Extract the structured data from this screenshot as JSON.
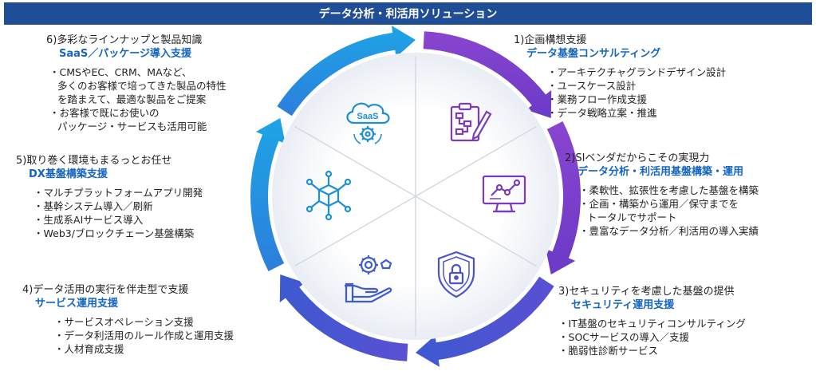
{
  "title": "データ分析・利活用ソリューション",
  "sections": [
    {
      "heading": "1)企画構想支援",
      "subheading": "データ基盤コンサルティング",
      "items": [
        [
          "アーキテクチャグランドデザイン設計"
        ],
        [
          "ユースケース設計"
        ],
        [
          "業務フロー作成支援"
        ],
        [
          "データ戦略立案・推進"
        ]
      ]
    },
    {
      "heading": "2)SIベンダだからこその実現力",
      "subheading": "データ分析・利活用基盤構築・運用",
      "items": [
        [
          "柔軟性、拡張性を考慮した基盤を構築"
        ],
        [
          "企画・構築から運用／保守までを",
          "トータルでサポート"
        ],
        [
          "豊富なデータ分析／利活用の導入実績"
        ]
      ]
    },
    {
      "heading": "3)セキュリティを考慮した基盤の提供",
      "subheading": "セキュリティ運用支援",
      "items": [
        [
          "IT基盤のセキュリティコンサルティング"
        ],
        [
          "SOCサービスの導入／支援"
        ],
        [
          "脆弱性診断サービス"
        ]
      ]
    },
    {
      "heading": "4)データ活用の実行を伴走型で支援",
      "subheading": "サービス運用支援",
      "items": [
        [
          "サービスオペレーション支援"
        ],
        [
          "データ利活用のルール作成と運用支援"
        ],
        [
          "人材育成支援"
        ]
      ]
    },
    {
      "heading": "5)取り巻く環境もまるっとお任せ",
      "subheading": "DX基盤構築支援",
      "items": [
        [
          "マルチプラットフォームアプリ開発"
        ],
        [
          "基幹システム導入／刷新"
        ],
        [
          "生成系AIサービス導入"
        ],
        [
          "Web3/ブロックチェーン基盤構築"
        ]
      ]
    },
    {
      "heading": "6)多彩なラインナップと製品知識",
      "subheading": "SaaS／パッケージ導入支援",
      "items": [
        [
          "CMSやEC、CRM、MAなど、",
          "多くのお客様で培ってきた製品の特性",
          "を踏まえて、最適な製品をご提案"
        ],
        [
          "お客様で既にお使いの",
          "パッケージ・サービスも活用可能"
        ]
      ]
    }
  ],
  "icons": {
    "saas_label": "SaaS",
    "names": [
      "clipboard-flowchart-icon",
      "monitor-chart-icon",
      "shield-lock-icon",
      "hand-gears-icon",
      "network-cube-icon",
      "saas-cloud-icon"
    ]
  },
  "colors": {
    "banner": "#1f4e96",
    "subheading": "#1565c0",
    "arrow_purple": "#7b3fc4",
    "arrow_indigo": "#4a52cf",
    "arrow_blue": "#1e9ee0",
    "icon_purple": "#7a3bbf",
    "icon_blue": "#1d8fd6"
  }
}
